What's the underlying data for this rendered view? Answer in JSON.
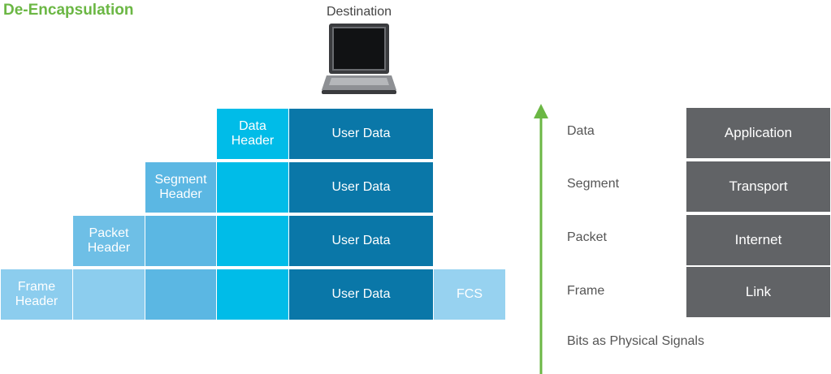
{
  "title": "De-Encapsulation",
  "destination": {
    "label": "Destination"
  },
  "stack": {
    "row1": {
      "header": "Data\nHeader",
      "user_data": "User Data"
    },
    "row2": {
      "header": "Segment\nHeader",
      "user_data": "User Data"
    },
    "row3": {
      "header": "Packet\nHeader",
      "user_data": "User Data"
    },
    "row4": {
      "header": "Frame\nHeader",
      "user_data": "User Data",
      "trailer": "FCS"
    }
  },
  "pdu_labels": [
    "Data",
    "Segment",
    "Packet",
    "Frame",
    "Bits as Physical Signals"
  ],
  "layers": [
    "Application",
    "Transport",
    "Internet",
    "Link"
  ],
  "colors": {
    "title": "#6bb744",
    "arrow": "#6bb744",
    "user_data": "#0a77a8",
    "data_header": "#00bce8",
    "segment_header": "#5bb7e3",
    "packet_header": "#6ebfe6",
    "frame_header": "#8ccdee",
    "fcs": "#97d2f0",
    "layer": "#616366"
  }
}
